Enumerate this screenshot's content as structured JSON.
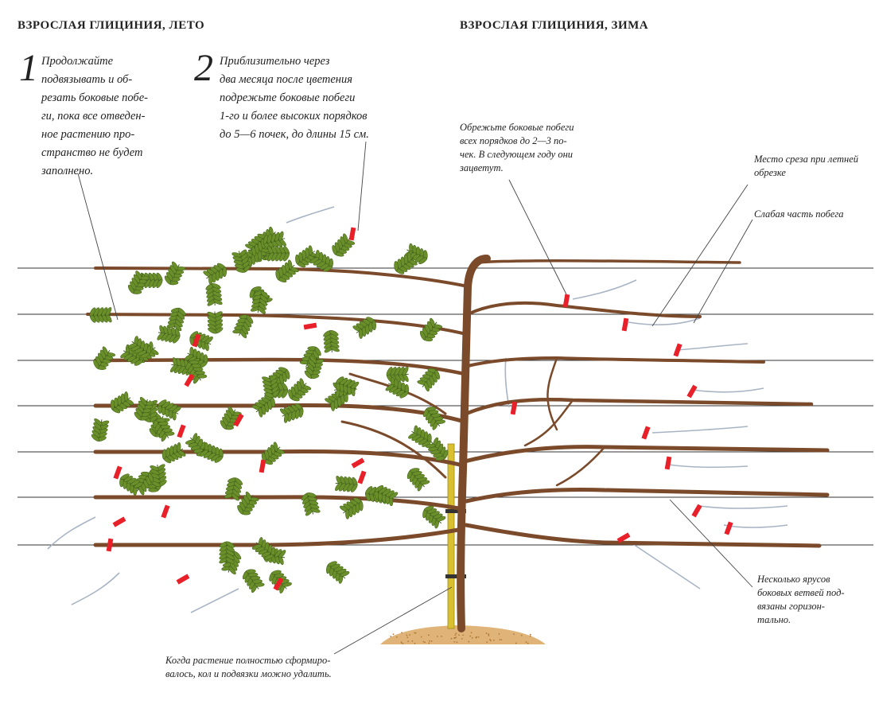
{
  "titles": {
    "summer": "ВЗРОСЛАЯ ГЛИЦИНИЯ, ЛЕТО",
    "winter": "ВЗРОСЛАЯ ГЛИЦИНИЯ, ЗИМА"
  },
  "steps": [
    {
      "number": "1",
      "lines": [
        "Продолжайте",
        "подвязывать и об-",
        "резать боковые побе-",
        "ги, пока все отведен-",
        "ное растению про-",
        "странство не будет",
        "заполнено."
      ]
    },
    {
      "number": "2",
      "lines": [
        "Приблизительно через",
        "два месяца после цветения",
        "подрежьте боковые побеги",
        "1-го и более высоких порядков",
        "до 5—6 почек, до длины 15 см."
      ]
    }
  ],
  "annotations": {
    "winter_prune": [
      "Обрежьте боковые побеги",
      "всех порядков до 2—3 по-",
      "чек. В следующем году они",
      "зацветут."
    ],
    "summer_cut": [
      "Место среза при летней",
      "обрезке"
    ],
    "weak_part": [
      "Слабая часть побега"
    ],
    "tiers": [
      "Несколько ярусов",
      "боковых ветвей под-",
      "вязаны горизон-",
      "тально."
    ],
    "stake": [
      "Когда растение полностью сформиро-",
      "валось, кол и подвязки можно удалить."
    ]
  },
  "colors": {
    "wire": "#333333",
    "branch": "#7a4a2a",
    "leaf": "#6a8f2a",
    "leaf_dark": "#3f5f18",
    "cut_mark": "#e8202a",
    "stake": "#d8c030",
    "soil": "#e0b478",
    "shoot": "#a8b4c4"
  }
}
